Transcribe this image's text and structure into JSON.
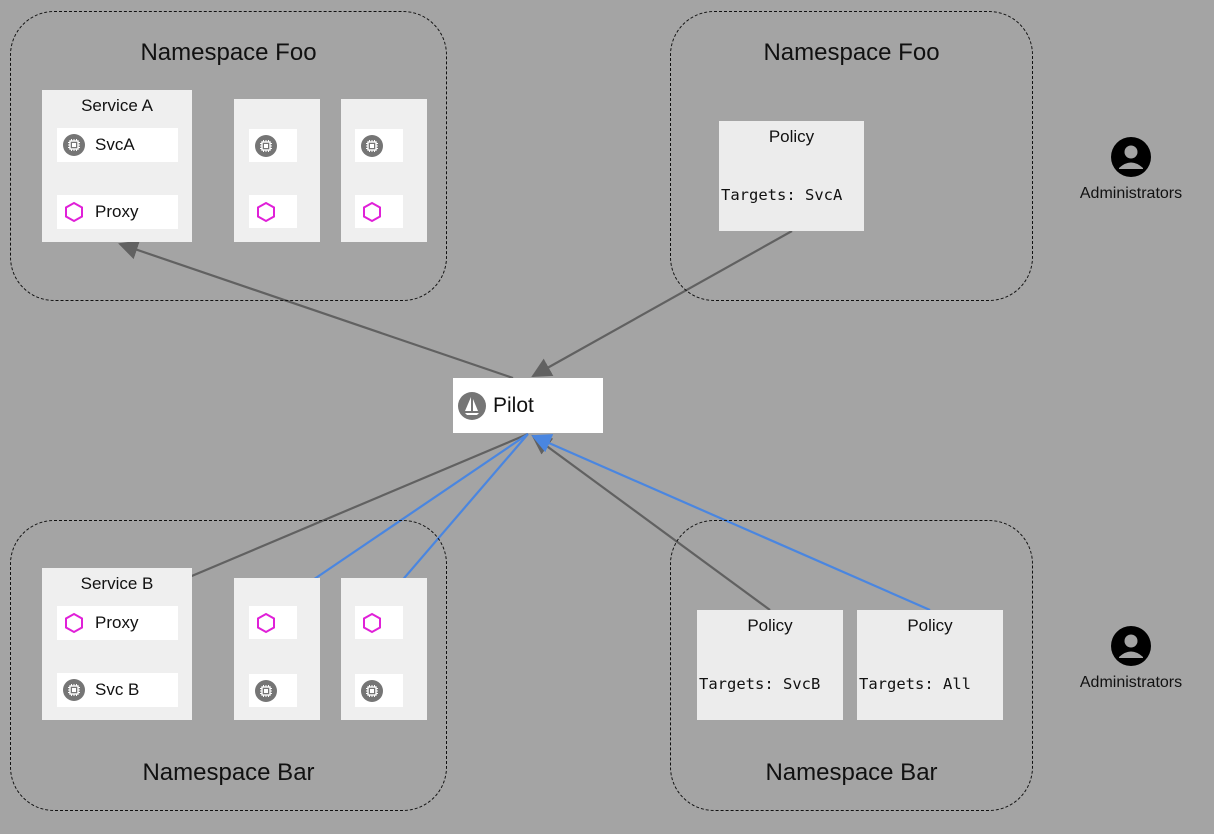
{
  "namespaces": {
    "top_left": "Namespace Foo",
    "top_right": "Namespace Foo",
    "bottom_left": "Namespace Bar",
    "bottom_right": "Namespace Bar"
  },
  "service_a": {
    "title": "Service A",
    "app": "SvcA",
    "proxy": "Proxy"
  },
  "service_b": {
    "title": "Service B",
    "app": "Svc B",
    "proxy": "Proxy"
  },
  "policies": {
    "foo": {
      "title": "Policy",
      "targets": "Targets: SvcA"
    },
    "bar_svcb": {
      "title": "Policy",
      "targets": "Targets: SvcB"
    },
    "bar_all": {
      "title": "Policy",
      "targets": "Targets: All"
    }
  },
  "pilot": {
    "label": "Pilot"
  },
  "admins": {
    "top": "Administrators",
    "bottom": "Administrators"
  },
  "icons": {
    "service": "chip-icon",
    "proxy": "hexagon-icon",
    "pilot": "sail-icon",
    "admin": "person-icon"
  },
  "colors": {
    "background": "#a4a4a4",
    "gray_edge": "#616161",
    "blue_edge": "#4a86e0",
    "proxy_hex": "#e020d8",
    "chip_bg": "#757575"
  }
}
